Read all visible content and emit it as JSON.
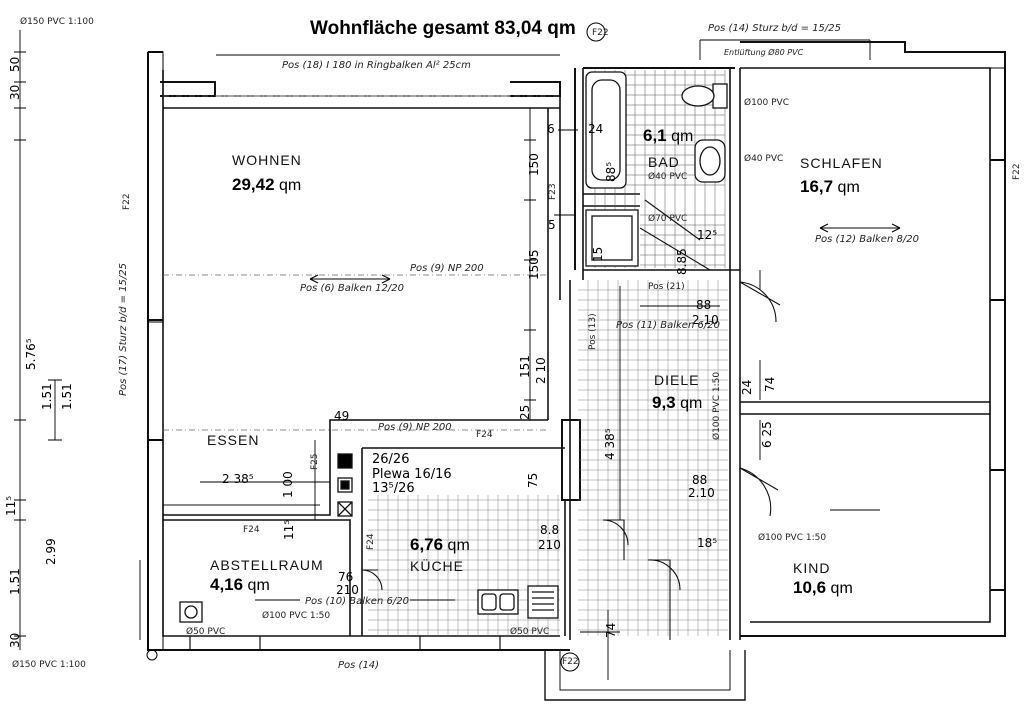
{
  "title": "Wohnfläche gesamt 83,04 qm",
  "rooms": {
    "wohnen": {
      "name": "WOHNEN",
      "area": "29,42",
      "unit": "qm"
    },
    "essen": {
      "name": "ESSEN"
    },
    "bad": {
      "name": "BAD",
      "area": "6,1",
      "unit": "qm"
    },
    "schlafen": {
      "name": "SCHLAFEN",
      "area": "16,7",
      "unit": "qm"
    },
    "diele": {
      "name": "DIELE",
      "area": "9,3",
      "unit": "qm"
    },
    "kueche": {
      "name": "KÜCHE",
      "area": "6,76",
      "unit": "qm"
    },
    "abstellraum": {
      "name": "ABSTELLRAUM",
      "area": "4,16",
      "unit": "qm"
    },
    "kind": {
      "name": "KIND",
      "area": "10,6",
      "unit": "qm"
    }
  },
  "dimensions": {
    "d_576": "5.76⁵",
    "d_151a": "1.51",
    "d_151b": "1.51",
    "d_299": "2.99",
    "d_151c": "1.51",
    "d_30a": "30",
    "d_50": "50",
    "d_30b": "30",
    "d_115": "11⁵",
    "d_150": "150",
    "d_505": "1505",
    "d_151d": "151",
    "d_210a": "2 10",
    "d_25": "25",
    "d_75": "75",
    "d_49": "49",
    "d_238": "2 38⁵",
    "d_100": "1 00",
    "d_115b": "11⁵",
    "d_6": "6",
    "d_24": "24",
    "d_5": "5",
    "d_15": "15",
    "d_88a": "88",
    "d_210b": "2.10",
    "d_438": "4 38⁵",
    "d_88b": "88",
    "d_210c": "2.10",
    "d_125": "12⁵",
    "d_885": "8.85",
    "d_625": "6 25",
    "d_74a": "74",
    "d_18": "18⁵",
    "d_88c": "8.8",
    "d_210d": "210",
    "d_76": "76",
    "d_210e": "210",
    "d_74b": "74",
    "d_24b": "24",
    "d_2626": "26/26",
    "d_plewa": "Plewa 16/16",
    "d_13526": "13⁵/26",
    "d_96": "88⁵"
  },
  "annotations": {
    "pos18": "Pos (18) I 180 in Ringbalken Al² 25cm",
    "pos14top": "Pos (14) Sturz b/d = 15/25",
    "entl": "Entlüftung Ø80 PVC",
    "pos9a": "Pos (9) NP 200",
    "pos6": "Pos (6) Balken 12/20",
    "pos12": "Pos (12) Balken 8/20",
    "pos11": "Pos (11) Balken 6/20",
    "pos9b": "Pos (9) NP 200",
    "pos17": "Pos (17) Sturz b/d = 15/25",
    "pos10": "Pos (10) Balken 6/20",
    "pos14bot": "Pos (14)",
    "pvc100a": "Ø100 PVC",
    "pvc40a": "Ø40 PVC",
    "pvc40b": "Ø40 PVC",
    "pvc70": "Ø70 PVC",
    "pvc100b": "Ø100 PVC 1:50",
    "pvc100c": "Ø100 PVC 1:50",
    "pvc50a": "Ø50 PVC",
    "pvc50b": "Ø50 PVC",
    "pvc150": "Ø150 PVC 1:100",
    "pvc150top": "Ø150 PVC 1:100",
    "pvc100kitchen": "Ø100 PVC 1:50",
    "f22a": "F22",
    "f22b": "F22",
    "f22c": "F22",
    "f22d": "F22",
    "f23": "F23",
    "f24a": "F24",
    "f24b": "F24",
    "f24c": "F24",
    "f25": "F25",
    "pos13": "Pos (13)",
    "pos21": "Pos (21)"
  }
}
